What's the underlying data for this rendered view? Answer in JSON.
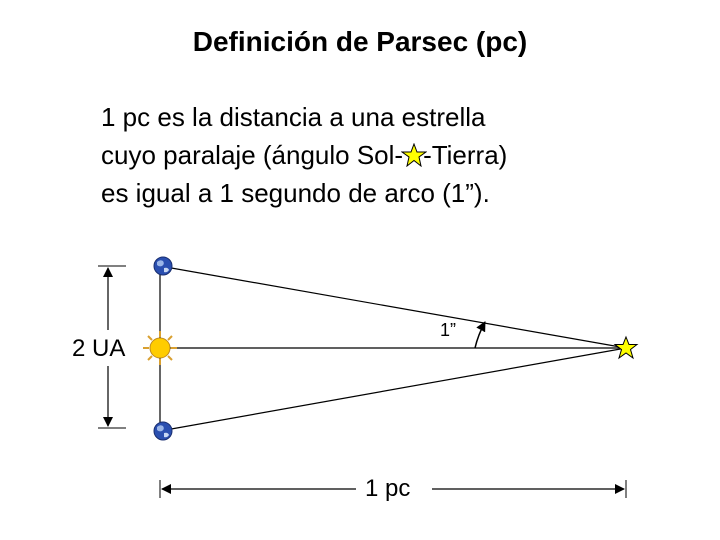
{
  "slide": {
    "title": "Definición de Parsec (pc)",
    "definition": {
      "line1": "1 pc es la distancia a una estrella",
      "line2_before_icon": "cuyo paralaje (ángulo Sol-",
      "line2_icon": "star-icon",
      "line2_after_icon": "-Tierra)",
      "line3": "es igual a 1 segundo de arco (1”)."
    }
  },
  "diagram": {
    "baseline_label": "2 UA",
    "angle_label": "1”",
    "distance_label": "1 pc",
    "icons": {
      "sun": "sun-icon",
      "earth": "earth-icon",
      "star": "star-icon"
    },
    "colors": {
      "star_fill": "#ffff00",
      "sun_fill": "#ffcc00",
      "sun_rays": "#d9a030",
      "earth_fill": "#2a4fb0",
      "lines": "#000000"
    }
  }
}
